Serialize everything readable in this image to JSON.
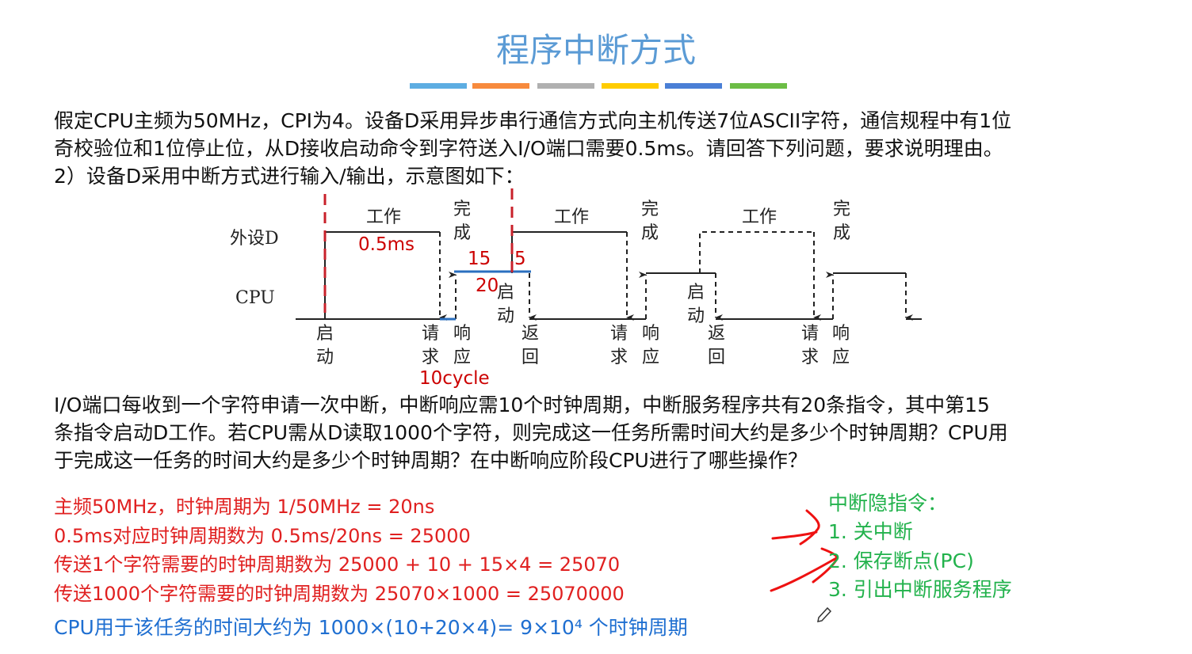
{
  "slide": {
    "title": "程序中断方式",
    "accent_bars": [
      "#5dade2",
      "#f78a3d",
      "#b0b0b0",
      "#ffcc00",
      "#4a7fd6",
      "#6cbd45"
    ],
    "problem_lines": [
      "假定CPU主频为50MHz，CPI为4。设备D采用异步串行通信方式向主机传送7位ASCII字符，通信规程中有1位",
      "奇校验位和1位停止位，从D接收启动命令到字符送入I/O端口需要0.5ms。请回答下列问题，要求说明理由。",
      "2）设备D采用中断方式进行输入/输出，示意图如下："
    ],
    "question_lines": [
      "I/O端口每收到一个字符申请一次中断，中断响应需10个时钟周期，中断服务程序共有20条指令，其中第15",
      "条指令启动D工作。若CPU需从D读取1000个字符，则完成这一任务所需时间大约是多少个时钟周期？CPU用",
      "于完成这一任务的时间大约是多少个时钟周期？在中断响应阶段CPU进行了哪些操作？"
    ],
    "answer_red": [
      "主频50MHz，时钟周期为 1/50MHz = 20ns",
      "0.5ms对应时钟周期数为 0.5ms/20ns = 25000",
      "传送1个字符需要的时钟周期数为  25000 + 10 + 15×4 = 25070",
      "传送1000个字符需要的时钟周期数为  25070×1000 = 25070000"
    ],
    "answer_blue": "CPU用于该任务的时间大约为 1000×(10+20×4)= 9×10⁴ 个时钟周期",
    "hidden_instructions": {
      "heading": "中断隐指令：",
      "items": [
        "1. 关中断",
        "2. 保存断点(PC)",
        "3. 引出中断服务程序"
      ]
    }
  },
  "diagram": {
    "row_labels": {
      "device": "外设D",
      "cpu": "CPU"
    },
    "work": "工作",
    "done": "完成",
    "start": "启动",
    "request": "请求",
    "respond": "响应",
    "return": "返回",
    "annotations": {
      "duration": "0.5ms",
      "n15": "15",
      "n5": "5",
      "n20": "20",
      "cycles": "10cycle"
    }
  }
}
